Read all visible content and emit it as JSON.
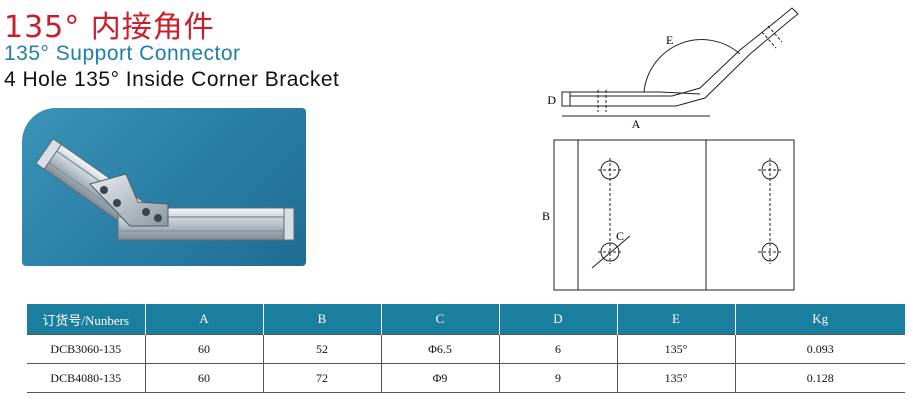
{
  "header": {
    "title_cn": "135°  内接角件",
    "title_en": "135°  Support Connector",
    "description": "4 Hole 135°  Inside Corner Bracket"
  },
  "drawing": {
    "labels": {
      "a": "A",
      "b": "B",
      "c": "C",
      "d": "D",
      "e": "E"
    }
  },
  "table": {
    "headers": [
      "订货号/Nunbers",
      "A",
      "B",
      "C",
      "D",
      "E",
      "Kg"
    ],
    "rows": [
      [
        "DCB3060-135",
        "60",
        "52",
        "Φ6.5",
        "6",
        "135°",
        "0.093"
      ],
      [
        "DCB4080-135",
        "60",
        "72",
        "Φ9",
        "9",
        "135°",
        "0.128"
      ]
    ]
  },
  "colors": {
    "title_cn": "#c8202a",
    "title_en": "#1f7fa6",
    "table_header_bg": "#1a7f9e",
    "photo_bg": "#2a7fa6"
  }
}
